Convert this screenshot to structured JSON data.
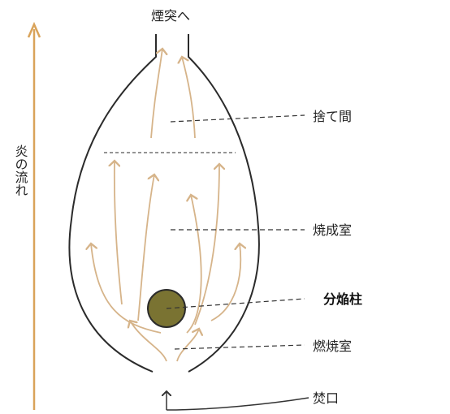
{
  "labels": {
    "chimney": "煙突へ",
    "flame_flow": "炎の流れ",
    "sutema": "捨て間",
    "firing_chamber": "焼成室",
    "flame_divider_pillar": "分焔柱",
    "combustion_chamber": "燃焼室",
    "firebox_mouth": "焚口"
  },
  "colors": {
    "outline": "#2b2b2b",
    "flame_arrow": "#d6b48a",
    "pillar_fill": "#7a7332",
    "pillar_stroke": "#2b2b2b",
    "leader_line": "#333333",
    "flow_arrow": "#d9a35a"
  }
}
